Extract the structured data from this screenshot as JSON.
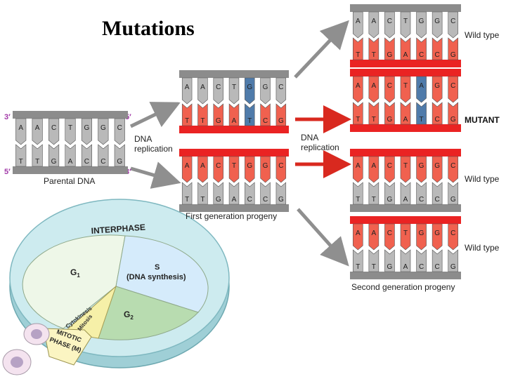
{
  "title": "Mutations",
  "colors": {
    "gray_backbone": "#8c8c8c",
    "red_backbone": "#ea2323",
    "gray_base": "#b9b9b9",
    "red_base": "#f0614f",
    "mutant_base": "#4f7baa",
    "arrow_gray": "#8f8f8f",
    "arrow_red": "#d9291f",
    "ring_blue": "#cdebef",
    "ring_edge": "#7fb8c0",
    "g1_fill": "#eef7e8",
    "s_fill": "#d5ebfb",
    "g2_fill": "#b8dcb0",
    "mitotic_fill": "#f6f0a8"
  },
  "parental": {
    "label": "Parental DNA",
    "top_bases": [
      "A",
      "A",
      "C",
      "T",
      "G",
      "G",
      "C"
    ],
    "bottom_bases": [
      "T",
      "T",
      "G",
      "A",
      "C",
      "C",
      "G"
    ],
    "end_top_left": "3′",
    "end_top_right": "5′",
    "end_bottom_left": "5′",
    "end_bottom_right": "3′"
  },
  "replication_label_1": [
    "DNA",
    "replication"
  ],
  "replication_label_2": [
    "DNA",
    "replication"
  ],
  "first_gen": {
    "label": "First generation progeny",
    "top_strand": {
      "top_bases": [
        "A",
        "A",
        "C",
        "T",
        "G",
        "G",
        "C"
      ],
      "bottom_bases": [
        "T",
        "T",
        "G",
        "A",
        "T",
        "C",
        "G"
      ]
    },
    "bottom_strand": {
      "top_bases": [
        "A",
        "A",
        "C",
        "T",
        "G",
        "G",
        "C"
      ],
      "bottom_bases": [
        "T",
        "T",
        "G",
        "A",
        "C",
        "C",
        "G"
      ]
    }
  },
  "second_gen": {
    "label": "Second generation progeny",
    "molecules": [
      {
        "status": "Wild type",
        "top_bases": [
          "A",
          "A",
          "C",
          "T",
          "G",
          "G",
          "C"
        ],
        "bottom_bases": [
          "T",
          "T",
          "G",
          "A",
          "C",
          "C",
          "G"
        ]
      },
      {
        "status": "MUTANT",
        "top_bases": [
          "A",
          "A",
          "C",
          "T",
          "A",
          "G",
          "C"
        ],
        "bottom_bases": [
          "T",
          "T",
          "G",
          "A",
          "T",
          "C",
          "G"
        ]
      },
      {
        "status": "Wild type",
        "top_bases": [
          "A",
          "A",
          "C",
          "T",
          "G",
          "G",
          "C"
        ],
        "bottom_bases": [
          "T",
          "T",
          "G",
          "A",
          "C",
          "C",
          "G"
        ]
      },
      {
        "status": "Wild type",
        "top_bases": [
          "A",
          "A",
          "C",
          "T",
          "G",
          "G",
          "C"
        ],
        "bottom_bases": [
          "T",
          "T",
          "G",
          "A",
          "C",
          "C",
          "G"
        ]
      }
    ]
  },
  "cell_cycle": {
    "interphase": "INTERPHASE",
    "g1": "G",
    "g1_sub": "1",
    "s_line1": "S",
    "s_line2": "(DNA synthesis)",
    "g2": "G",
    "g2_sub": "2",
    "cytokinesis": "Cytokinesis",
    "mitosis": "Mitosis",
    "mitotic_line1": "MITOTIC",
    "mitotic_line2": "PHASE (M)"
  }
}
